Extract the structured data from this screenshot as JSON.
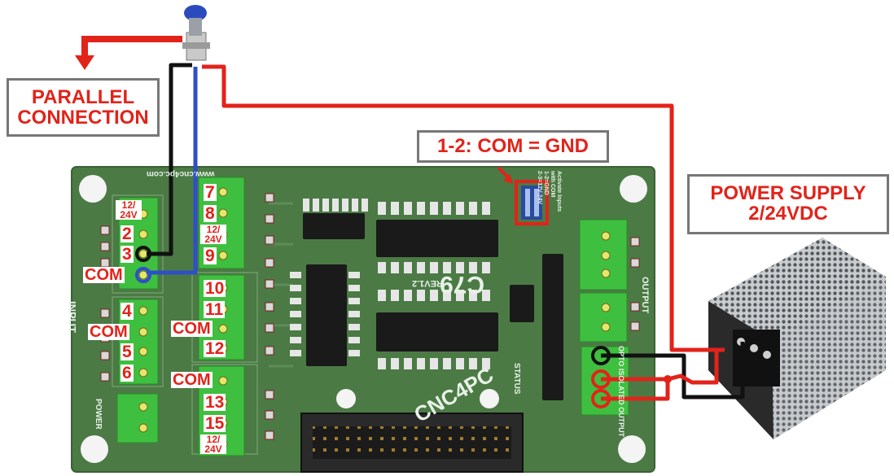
{
  "callouts": {
    "parallel": [
      "PARALLEL",
      "CONNECTION"
    ],
    "com_gnd": "1-2: COM = GND",
    "power_supply": [
      "POWER SUPPLY",
      "2/24VDC"
    ]
  },
  "pin_labels": {
    "left_12_24v": [
      "12/",
      "24V"
    ],
    "left_2": "2",
    "left_3": "3",
    "left_com_1": "COM",
    "left_4": "4",
    "left_com_2": "COM",
    "left_5": "5",
    "left_6": "6",
    "mid_7": "7",
    "mid_8": "8",
    "mid_12_24v_top": [
      "12/",
      "24V"
    ],
    "mid_9": "9",
    "mid_10": "10",
    "mid_11": "11",
    "mid_com_1": "COM",
    "mid_12": "12",
    "mid_com_2": "COM",
    "mid_13": "13",
    "mid_15": "15",
    "mid_12_24v_bottom": [
      "12/",
      "24V"
    ]
  },
  "silkscreen": {
    "board_name": "C79",
    "revision": "REV1.2",
    "brand": "CNC4PC",
    "input": "INPUT",
    "output": "OUTPUT",
    "power": "POWER",
    "status": "STATUS",
    "opto": "OPTO ISOLATED OUTPUT",
    "website": "www.cnc4pc.com",
    "jumper_note": [
      "Activate Inputs",
      "with COM",
      "1-2=GND",
      "2-3=12V-24V"
    ]
  },
  "colors": {
    "callout_text": "#e2231a",
    "callout_border": "#777777",
    "board": "#4b7a45",
    "wire_red": "#e2231a",
    "wire_blue": "#2f4fc8",
    "wire_black": "#111111",
    "terminal": "#3fbf3f"
  }
}
